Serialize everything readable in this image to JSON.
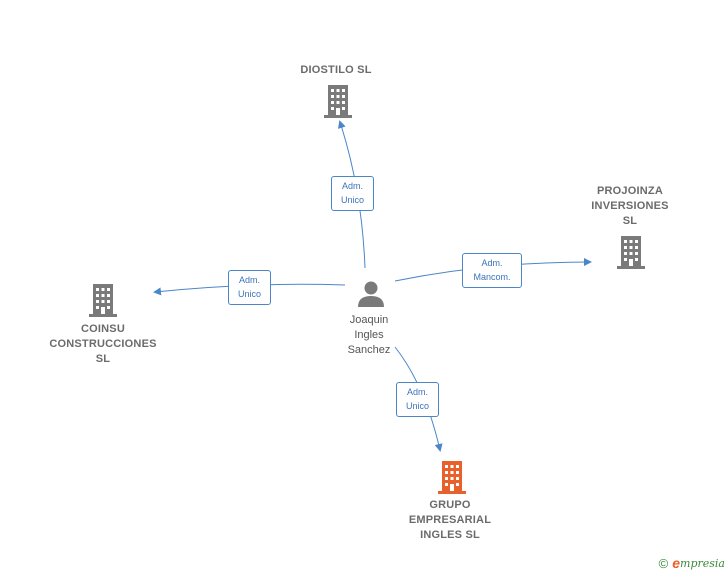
{
  "colors": {
    "building": "#7a7a7a",
    "building_highlight": "#e8602c",
    "edge": "#4a86c8",
    "person": "#7a7a7a"
  },
  "nodes": {
    "diostilo": {
      "lines": [
        "DIOSTILO  SL"
      ]
    },
    "projoinza": {
      "lines": [
        "PROJOINZA",
        "INVERSIONES",
        "SL"
      ]
    },
    "coinsu": {
      "lines": [
        "COINSU",
        "CONSTRUCCIONES",
        "SL"
      ]
    },
    "grupo": {
      "lines": [
        "GRUPO",
        "EMPRESARIAL",
        "INGLES  SL"
      ]
    },
    "person": {
      "lines": [
        "Joaquin",
        "Ingles",
        "Sanchez"
      ]
    }
  },
  "edges": {
    "to_diostilo": {
      "lines": [
        "Adm.",
        "Unico"
      ]
    },
    "to_projoinza": {
      "lines": [
        "Adm.",
        "Mancom."
      ]
    },
    "to_coinsu": {
      "lines": [
        "Adm.",
        "Unico"
      ]
    },
    "to_grupo": {
      "lines": [
        "Adm.",
        "Unico"
      ]
    }
  },
  "footer": {
    "copyright": "©",
    "brand_e": "e",
    "brand_rest": "mpresia"
  }
}
